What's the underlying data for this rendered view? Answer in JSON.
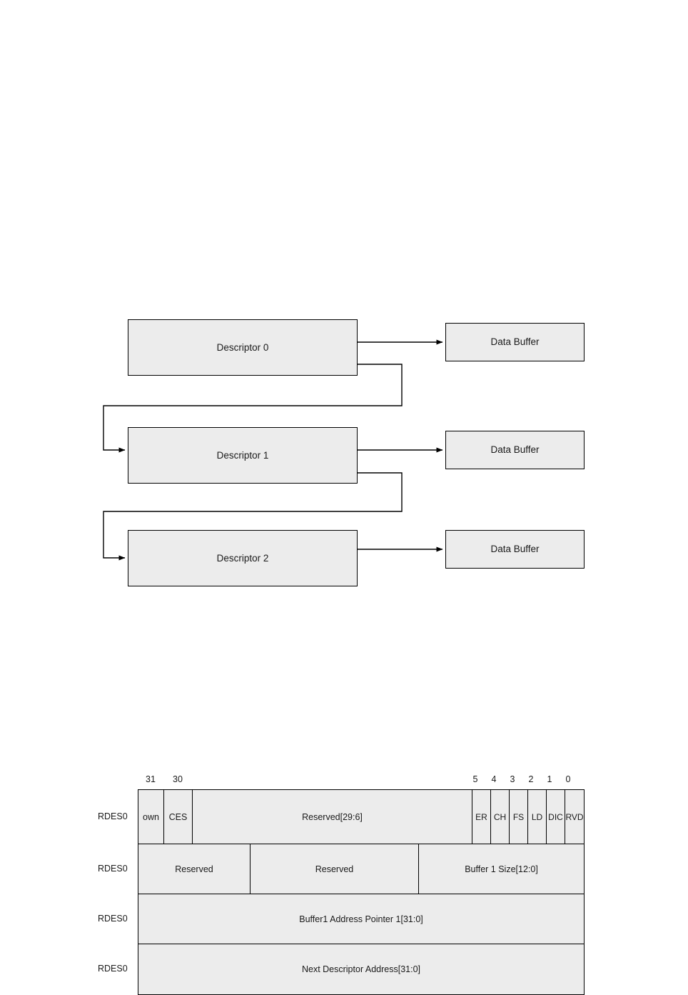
{
  "diagram": {
    "descriptors": [
      {
        "label": "Descriptor 0"
      },
      {
        "label": "Descriptor 1"
      },
      {
        "label": "Descriptor 2"
      }
    ],
    "buffers": [
      {
        "label": "Data Buffer"
      },
      {
        "label": "Data Buffer"
      },
      {
        "label": "Data Buffer"
      }
    ]
  },
  "register": {
    "bit_numbers_left": [
      "31",
      "30"
    ],
    "bit_numbers_right": [
      "5",
      "4",
      "3",
      "2",
      "1",
      "0"
    ],
    "row_labels": [
      "RDES0",
      "RDES0",
      "RDES0",
      "RDES0"
    ],
    "row1": {
      "own": "own",
      "ces": "CES",
      "reserved": "Reserved[29:6]",
      "bits": [
        "ER",
        "CH",
        "FS",
        "LD",
        "DIC",
        "RVD"
      ]
    },
    "row2": {
      "reserved_a": "Reserved",
      "reserved_b": "Reserved",
      "buffer_size": "Buffer 1 Size[12:0]"
    },
    "row3": {
      "text": "Buffer1 Address Pointer 1[31:0]"
    },
    "row4": {
      "text": "Next Descriptor Address[31:0]"
    }
  },
  "colors": {
    "box_fill": "#ececec",
    "stroke": "#000000",
    "text": "#1a1a1a"
  }
}
